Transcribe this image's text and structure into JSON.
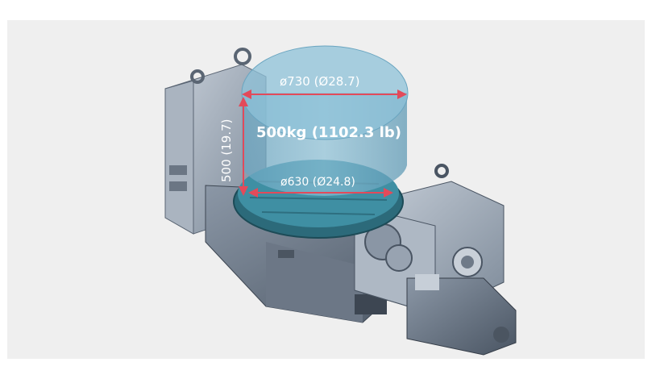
{
  "diagram": {
    "top_diameter_label": "ø730 (Ø28.7)",
    "table_diameter_label": "ø630 (Ø24.8)",
    "height_label": "500 (19.7)",
    "load_label": "500kg (1102.3 lb)"
  },
  "colors": {
    "background": "#efefef",
    "arrow": "#e34a5a",
    "envelope": "#7fb6cf",
    "machine_body": "#9aa7b5"
  }
}
